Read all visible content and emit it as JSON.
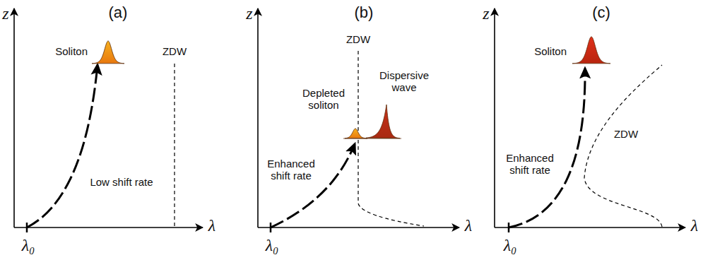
{
  "diagram": {
    "labels": [
      "(a)",
      "(b)",
      "(c)",
      "z",
      "z",
      "z",
      "λ",
      "λ",
      "λ",
      "λ₀",
      "λ₀",
      "λ₀",
      "Soliton",
      "ZDW",
      "Low shift rate",
      "ZDW",
      "Depleted soliton",
      "Dispersive wave",
      "Enhanced shift rate",
      "Soliton",
      "ZDW",
      "Enhanced shift rate"
    ]
  }
}
